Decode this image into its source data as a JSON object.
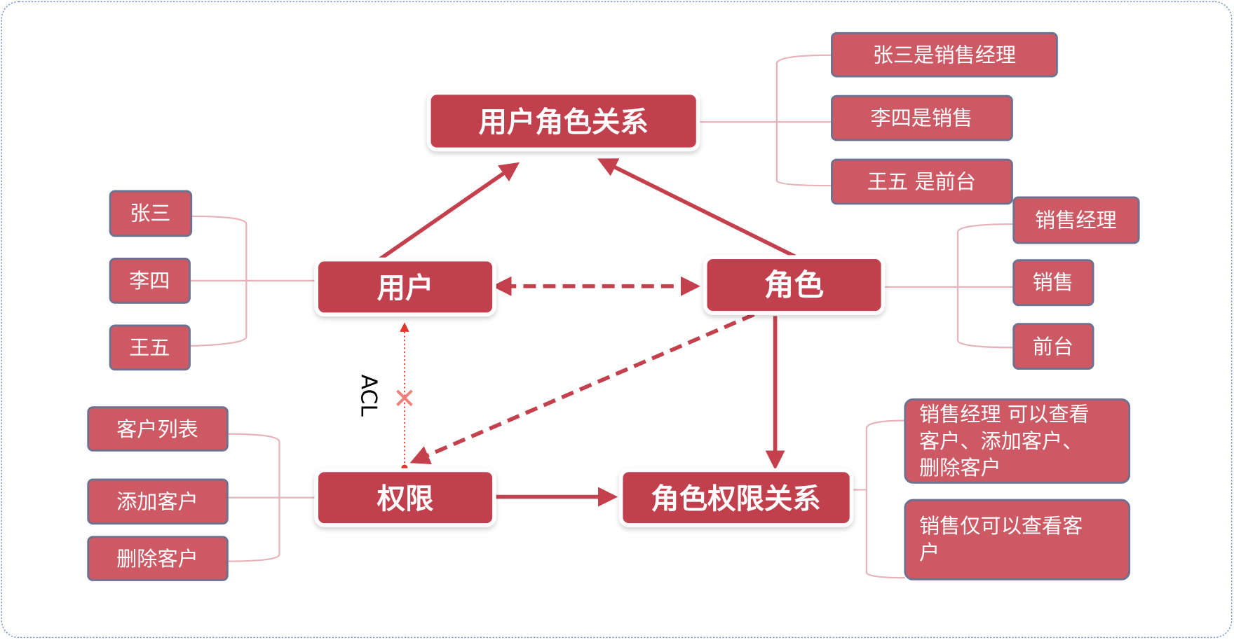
{
  "nodes": {
    "user_role": "用户角色关系",
    "user": "用户",
    "role": "角色",
    "permission": "权限",
    "role_permission": "角色权限关系"
  },
  "users": [
    "张三",
    "李四",
    "王五"
  ],
  "roles": [
    "销售经理",
    "销售",
    "前台"
  ],
  "permissions": [
    "客户列表",
    "添加客户",
    "删除客户"
  ],
  "user_role_examples": [
    "张三是销售经理",
    "李四是销售",
    "王五 是前台"
  ],
  "role_permission_examples": [
    [
      "销售经理 可以查看",
      "客户、添加客户、",
      "删除客户"
    ],
    [
      "销售仅可以查看客",
      "户"
    ]
  ],
  "acl": {
    "label": "ACL",
    "blocked_mark": "✕"
  },
  "colors": {
    "main": "#c1404d",
    "leaf": "#cd5964",
    "leaf_border": "#6b7190",
    "connector": "#e6b3bb",
    "acl": "#e0352b"
  }
}
